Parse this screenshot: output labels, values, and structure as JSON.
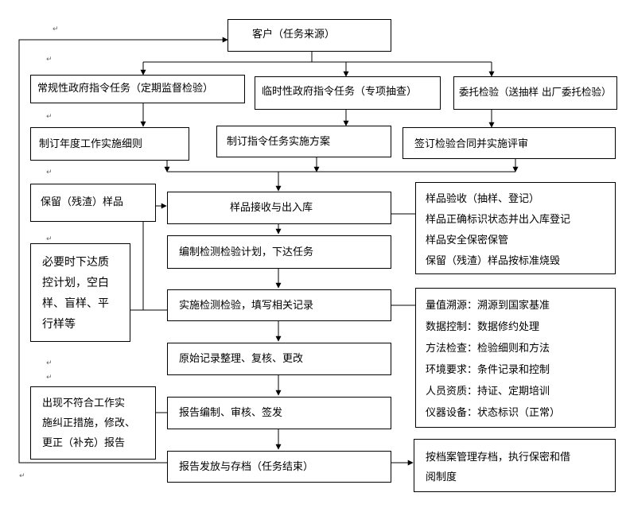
{
  "return_mark": "↵",
  "nodes": {
    "customer": "客户（任务来源）",
    "regular_task": "常规性政府指令任务（定期监督检验）",
    "temp_task": "临时性政府指令任务（专项抽查）",
    "entrust": "委托检验（送抽样 出厂委托检验）",
    "annual_plan": "制订年度工作实施细则",
    "task_plan": "制订指令任务实施方案",
    "contract": "签订检验合同并实施评审",
    "retain_sample": "保留（残渣）样品",
    "sample_receive": "样品接收与出入库",
    "sample_notes": [
      "样品验收（抽样、登记）",
      "样品正确标识状态并出入库登记",
      "样品安全保密保管",
      "保留（残渣）样品按标准烧毁"
    ],
    "qc_notes": [
      "必要时下达质",
      "控计划，空白",
      "样、盲样、平",
      "行样等"
    ],
    "test_plan": "编制检测检验计划，下达任务",
    "perform_test": "实施检测检验，填写相关记录",
    "control_notes": [
      "量值溯源：溯源到国家基准",
      "数据控制：数据修约处理",
      "方法检查：检验细则和方法",
      "环境要求：条件记录和控制",
      "人员资质：持证、定期培训",
      "仪器设备：状态标识（正常）"
    ],
    "records": "原始记录整理、复核、更改",
    "nonconform_notes": [
      "出现不符合工作实",
      "施纠正措施，修改、",
      "更正（补充）报告"
    ],
    "report_compile": "报告编制、审核、签发",
    "report_issue": "报告发放与存档（任务结束）",
    "archive_notes": [
      "按档案管理存档，执行保密和借",
      "阅制度"
    ]
  }
}
